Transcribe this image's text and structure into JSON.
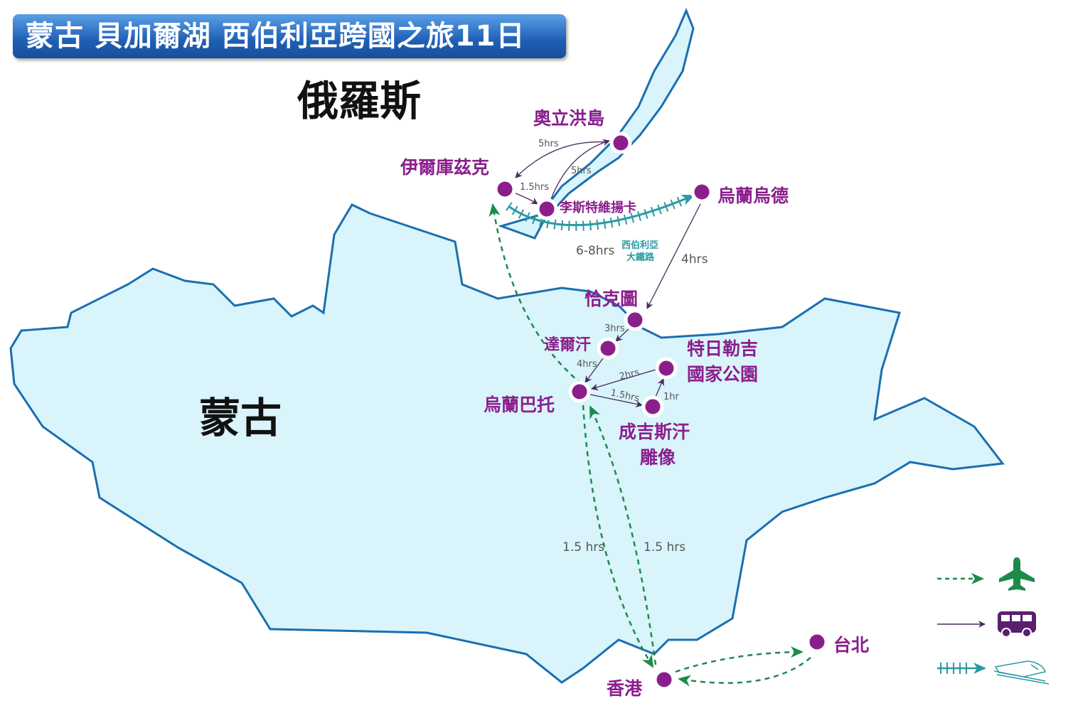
{
  "title": "蒙古  貝加爾湖  西伯利亞跨國之旅11日",
  "regions": {
    "russia": "俄羅斯",
    "mongolia": "蒙古"
  },
  "cities": {
    "olkhon": "奧立洪島",
    "irkutsk": "伊爾庫茲克",
    "listvyanka": "李斯特維揚卡",
    "ulan_ude": "烏蘭烏德",
    "kyakhta": "恰克圖",
    "darkhan": "達爾汗",
    "ulaanbaatar": "烏蘭巴托",
    "terelj_1": "特日勒吉",
    "terelj_2": "國家公園",
    "genghis_1": "成吉斯汗",
    "genghis_2": "雕像",
    "hongkong": "香港",
    "taipei": "台北"
  },
  "durations": {
    "olkhon_irkutsk": "5hrs",
    "irkutsk_listvyanka": "1.5hrs",
    "listvyanka_olkhon": "5hrs",
    "train": "6-8hrs",
    "ulanude_kyakhta": "4hrs",
    "kyakhta_darkhan": "3hrs",
    "darkhan_ub": "4hrs",
    "ub_genghis": "1.5hrs",
    "genghis_terelj": "1hr",
    "terelj_ub": "2hrs",
    "flight_1": "1.5 hrs",
    "flight_2": "1.5 hrs"
  },
  "railway": {
    "line1": "西伯利亞",
    "line2": "大鐵路"
  },
  "legend": [
    {
      "mode": "flight",
      "icon": "airplane-icon"
    },
    {
      "mode": "bus",
      "icon": "bus-icon"
    },
    {
      "mode": "train",
      "icon": "train-icon"
    }
  ],
  "colors": {
    "land": "#d9f4fb",
    "border": "#1a6fb0",
    "city": "#8a1f8c",
    "flight": "#1e8a4a",
    "bus": "#4a2a5e",
    "train": "#2a9aa3"
  }
}
